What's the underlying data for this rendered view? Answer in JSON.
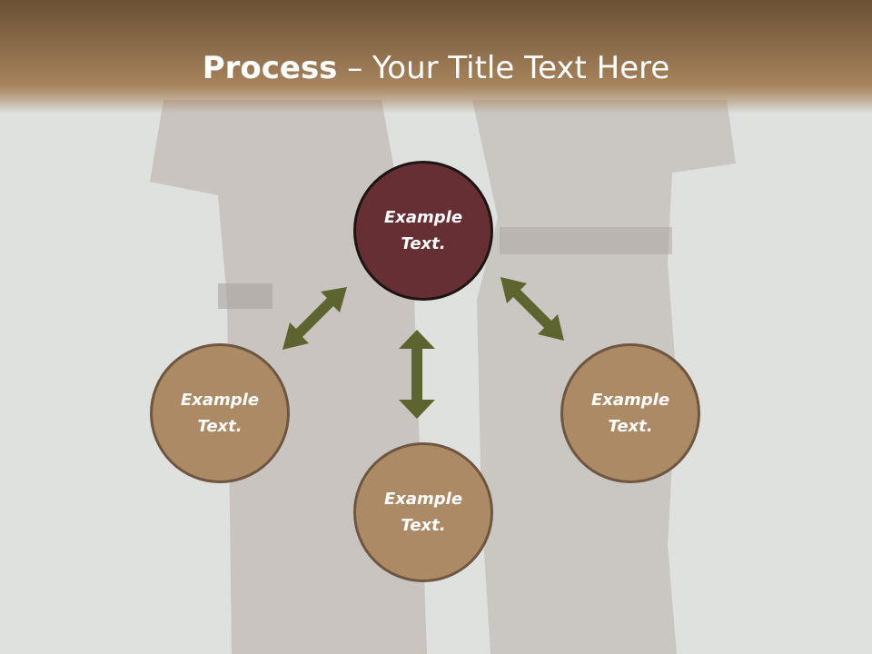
{
  "title": {
    "bold": "Process",
    "rest": " – Your Title Text Here"
  },
  "nodes": [
    {
      "line1": "Example",
      "line2": "Text."
    },
    {
      "line1": "Example",
      "line2": "Text."
    },
    {
      "line1": "Example",
      "line2": "Text."
    },
    {
      "line1": "Example",
      "line2": "Text."
    }
  ],
  "colors": {
    "header": "#8a6b49",
    "center_node": "#662f33",
    "outer_node": "#ad8a66",
    "arrow": "#5e6430"
  }
}
